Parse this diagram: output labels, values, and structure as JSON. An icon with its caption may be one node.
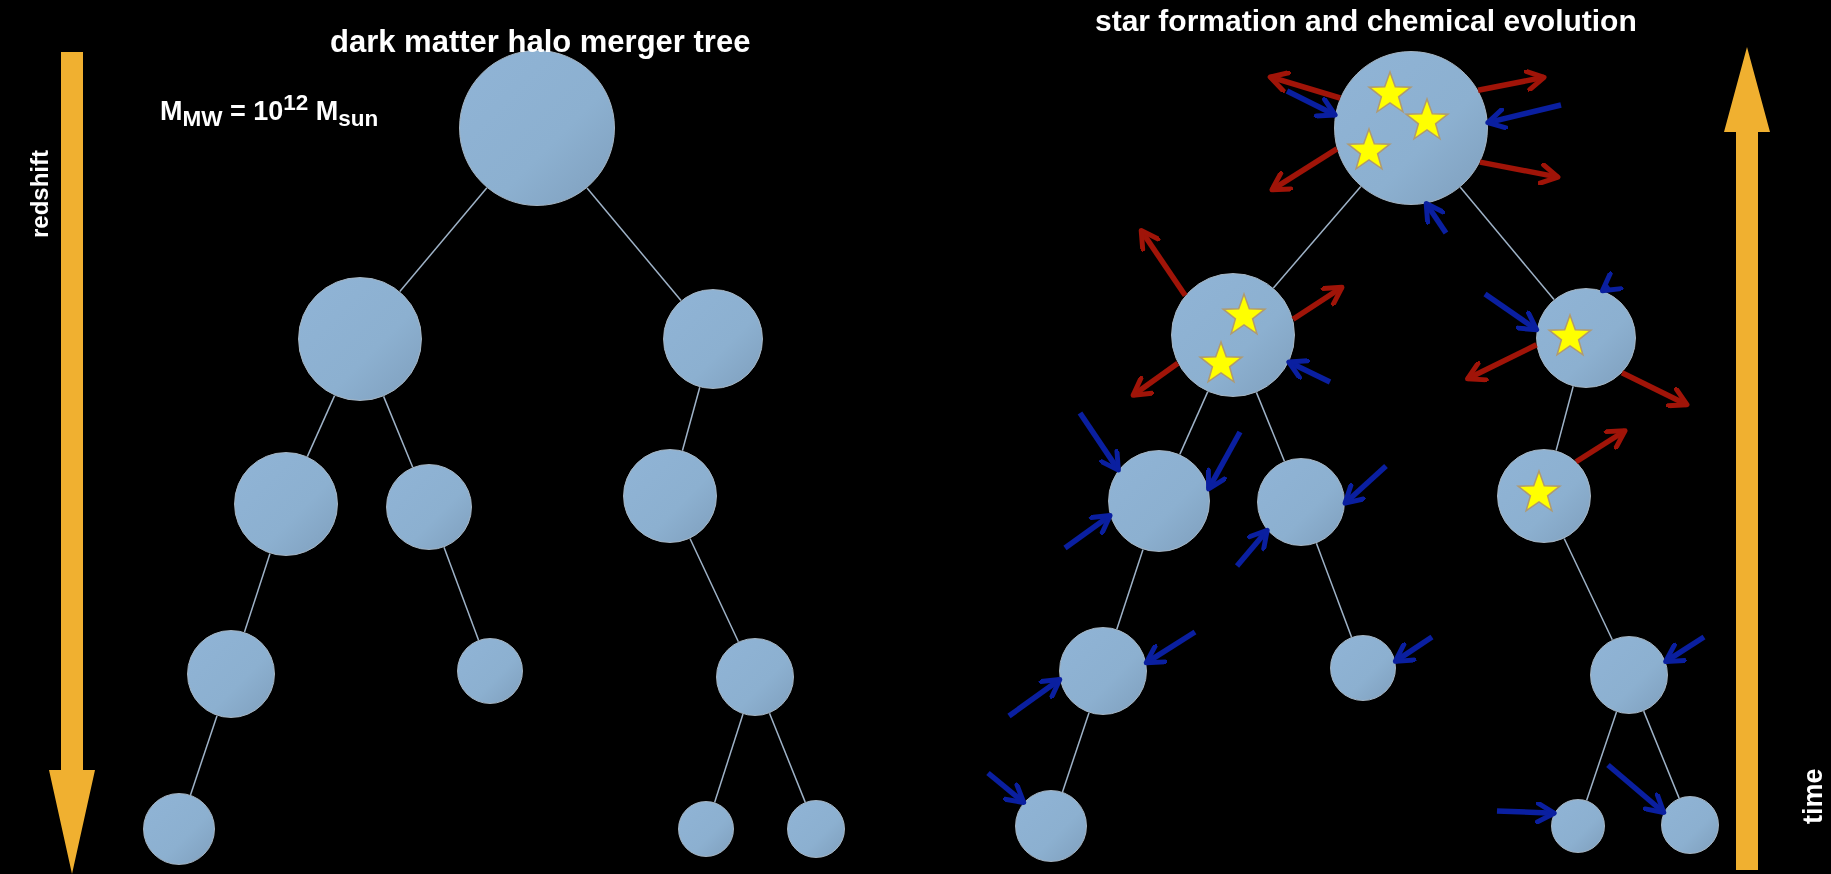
{
  "diagram": {
    "nodes": [
      {
        "text": [],
        "shape": "circle"
      },
      {
        "text": [],
        "shape": "circle"
      },
      {
        "text": [],
        "shape": "circle"
      },
      {
        "text": [],
        "shape": "circle"
      },
      {
        "text": [],
        "shape": "circle"
      },
      {
        "text": [],
        "shape": "circle"
      },
      {
        "text": [],
        "shape": "circle"
      },
      {
        "text": [],
        "shape": "circle"
      },
      {
        "text": [],
        "shape": "circle"
      },
      {
        "text": [],
        "shape": "circle"
      },
      {
        "text": [],
        "shape": "circle"
      },
      {
        "text": [],
        "shape": "circle"
      },
      {
        "text": [],
        "shape": "circle"
      },
      {
        "text": [],
        "shape": "circle"
      },
      {
        "text": [],
        "shape": "circle"
      },
      {
        "text": [],
        "shape": "circle"
      },
      {
        "text": [],
        "shape": "circle"
      },
      {
        "text": [],
        "shape": "circle"
      },
      {
        "text": [],
        "shape": "circle"
      },
      {
        "text": [],
        "shape": "circle"
      },
      {
        "text": [],
        "shape": "circle"
      },
      {
        "text": [],
        "shape": "circle"
      },
      {
        "text": [],
        "shape": "circle"
      },
      {
        "text": [],
        "shape": "circle"
      }
    ],
    "edges": [
      {
        "from": 0,
        "to": 1,
        "arrow": "none"
      },
      {
        "from": 0,
        "to": 2,
        "arrow": "none"
      },
      {
        "from": 1,
        "to": 3,
        "arrow": "none"
      },
      {
        "from": 1,
        "to": 4,
        "arrow": "none"
      },
      {
        "from": 2,
        "to": 5,
        "arrow": "none"
      },
      {
        "from": 3,
        "to": 6,
        "arrow": "none"
      },
      {
        "from": 4,
        "to": 7,
        "arrow": "none"
      },
      {
        "from": 5,
        "to": 8,
        "arrow": "none"
      },
      {
        "from": 6,
        "to": 9,
        "arrow": "none"
      },
      {
        "from": 8,
        "to": 10,
        "arrow": "none"
      },
      {
        "from": 8,
        "to": 11,
        "arrow": "none"
      },
      {
        "from": 12,
        "to": 13,
        "arrow": "none"
      },
      {
        "from": 12,
        "to": 14,
        "arrow": "none"
      },
      {
        "from": 13,
        "to": 15,
        "arrow": "none"
      },
      {
        "from": 13,
        "to": 16,
        "arrow": "none"
      },
      {
        "from": 14,
        "to": 17,
        "arrow": "none"
      },
      {
        "from": 15,
        "to": 18,
        "arrow": "none"
      },
      {
        "from": 16,
        "to": 19,
        "arrow": "none"
      },
      {
        "from": 17,
        "to": 20,
        "arrow": "none"
      },
      {
        "from": 18,
        "to": 21,
        "arrow": "none"
      },
      {
        "from": 20,
        "to": 22,
        "arrow": "none"
      },
      {
        "from": 20,
        "to": 23,
        "arrow": "none"
      },
      {
        "from": 12,
        "to": null,
        "arrow": "to",
        "color": "#a01408"
      },
      {
        "from": null,
        "to": 12,
        "arrow": "to",
        "color": "#0a1fa0"
      },
      {
        "from": 12,
        "to": null,
        "arrow": "to",
        "color": "#a01408"
      },
      {
        "from": null,
        "to": 12,
        "arrow": "to",
        "color": "#0a1fa0"
      },
      {
        "from": 12,
        "to": null,
        "arrow": "to",
        "color": "#a01408"
      },
      {
        "from": 12,
        "to": null,
        "arrow": "to",
        "color": "#a01408"
      },
      {
        "from": null,
        "to": 12,
        "arrow": "to",
        "color": "#0a1fa0"
      },
      {
        "from": 13,
        "to": null,
        "arrow": "to",
        "color": "#a01408"
      },
      {
        "from": 13,
        "to": null,
        "arrow": "to",
        "color": "#a01408"
      },
      {
        "from": 13,
        "to": null,
        "arrow": "to",
        "color": "#a01408"
      },
      {
        "from": null,
        "to": 13,
        "arrow": "to",
        "color": "#0a1fa0"
      },
      {
        "from": null,
        "to": 14,
        "arrow": "to",
        "color": "#0a1fa0"
      },
      {
        "from": null,
        "to": 14,
        "arrow": "to",
        "color": "#0a1fa0"
      },
      {
        "from": 14,
        "to": null,
        "arrow": "to",
        "color": "#a01408"
      },
      {
        "from": 14,
        "to": null,
        "arrow": "to",
        "color": "#a01408"
      },
      {
        "from": null,
        "to": 15,
        "arrow": "to",
        "color": "#0a1fa0"
      },
      {
        "from": null,
        "to": 15,
        "arrow": "to",
        "color": "#0a1fa0"
      },
      {
        "from": null,
        "to": 15,
        "arrow": "to",
        "color": "#0a1fa0"
      },
      {
        "from": null,
        "to": 16,
        "arrow": "to",
        "color": "#0a1fa0"
      },
      {
        "from": null,
        "to": 16,
        "arrow": "to",
        "color": "#0a1fa0"
      },
      {
        "from": 17,
        "to": null,
        "arrow": "to",
        "color": "#a01408"
      },
      {
        "from": null,
        "to": 18,
        "arrow": "to",
        "color": "#0a1fa0"
      },
      {
        "from": null,
        "to": 18,
        "arrow": "to",
        "color": "#0a1fa0"
      },
      {
        "from": null,
        "to": 19,
        "arrow": "to",
        "color": "#0a1fa0"
      },
      {
        "from": null,
        "to": 20,
        "arrow": "to",
        "color": "#0a1fa0"
      },
      {
        "from": null,
        "to": 21,
        "arrow": "to",
        "color": "#0a1fa0"
      },
      {
        "from": null,
        "to": 22,
        "arrow": "to",
        "color": "#0a1fa0"
      },
      {
        "from": null,
        "to": 23,
        "arrow": "to",
        "color": "#0a1fa0"
      }
    ],
    "labels": [
      "dark matter halo merger tree",
      "star formation and chemical evolution",
      "M$_{MW}$ = 10$^{12}$ M$_{sun}$",
      "redshift",
      "time"
    ]
  }
}
